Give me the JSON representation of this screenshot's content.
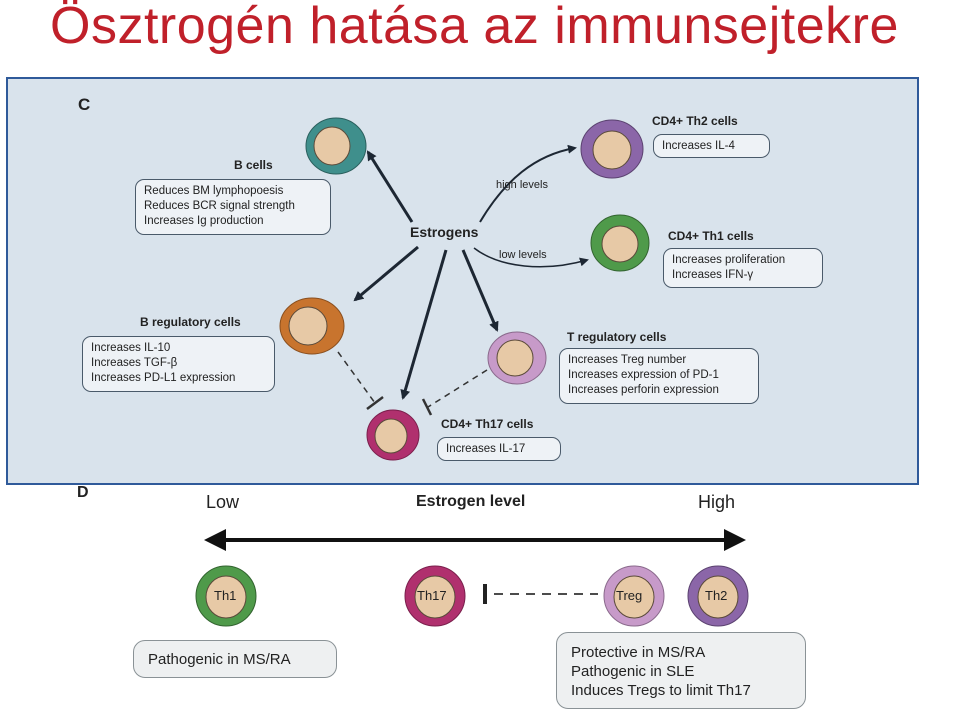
{
  "title": "Ösztrogén hatása az immunsejtekre",
  "panel_c": {
    "letter": "C",
    "center_label": "Estrogens",
    "high_levels": "high levels",
    "low levels": "low levels",
    "cells": {
      "b_cells": {
        "name": "B cells",
        "color": "#3f8f8c",
        "effects": [
          "Reduces BM lymphopoesis",
          "Reduces BCR signal strength",
          "Increases Ig production"
        ]
      },
      "b_reg": {
        "name": "B regulatory cells",
        "color": "#c8742e",
        "effects": [
          "Increases IL-10",
          "Increases TGF-β",
          "Increases PD-L1 expression"
        ]
      },
      "th17": {
        "name": "CD4+ Th17 cells",
        "color": "#b0306e",
        "effects": [
          "Increases IL-17"
        ]
      },
      "treg": {
        "name": "T regulatory cells",
        "color": "#c79ac9",
        "effects": [
          "Increases Treg number",
          "Increases expression of PD-1",
          "Increases perforin expression"
        ]
      },
      "th2": {
        "name": "CD4+ Th2 cells",
        "color": "#8b66a8",
        "effects": [
          "Increases IL-4"
        ]
      },
      "th1": {
        "name": "CD4+ Th1 cells",
        "color": "#4f9a4a",
        "effects": [
          "Increases proliferation",
          "Increases IFN-γ"
        ]
      }
    }
  },
  "panel_d": {
    "letter": "D",
    "low": "Low",
    "axis_label": "Estrogen level",
    "high": "High",
    "cells": [
      "Th1",
      "Th17",
      "Treg",
      "Th2"
    ],
    "left_box": [
      "Pathogenic in MS/RA"
    ],
    "right_box": [
      "Protective in MS/RA",
      "Pathogenic in SLE",
      "Induces Tregs to limit Th17"
    ]
  },
  "colors": {
    "title": "#c0202a",
    "panel_border": "#2f5a9a",
    "nucleus": "#e7c9a6"
  }
}
